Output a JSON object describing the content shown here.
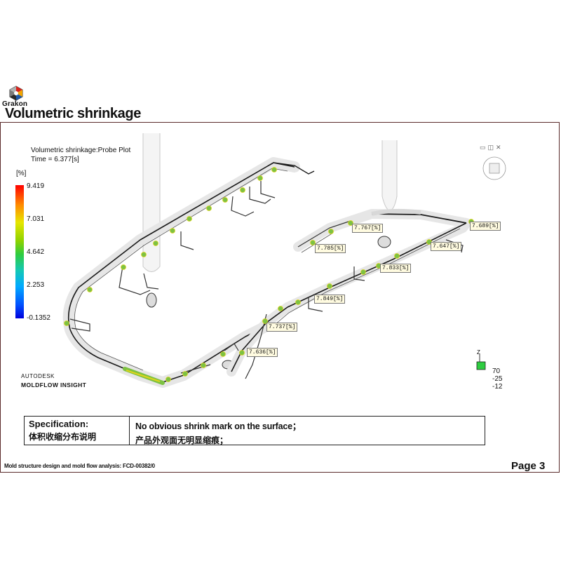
{
  "header": {
    "brand": "Grakon",
    "title": "Volumetric shrinkage",
    "logo_icon": "grakon-logo-icon"
  },
  "plot": {
    "line1": "Volumetric shrinkage:Probe Plot",
    "line2": "Time = 6.377[s]",
    "unit": "[%]",
    "scale_ticks": [
      "9.419",
      "7.031",
      "4.642",
      "2.253",
      "-0.1352"
    ],
    "software_vendor": "AUTODESK",
    "software_name": "MOLDFLOW INSIGHT",
    "view_controls": [
      "restore-icon",
      "maximize-icon",
      "close-icon"
    ],
    "axis_label": "Z",
    "rotation": [
      "70",
      "-25",
      "-12"
    ],
    "probe_values": [
      "7.767[%]",
      "7.689[%]",
      "7.785[%]",
      "7.647[%]",
      "7.833[%]",
      "7.849[%]",
      "7.737[%]",
      "7.636[%]"
    ],
    "colors": {
      "accent": "#6b2c2c",
      "probe_marker": "#7dc242",
      "part_outline": "#1a1a1a"
    }
  },
  "spec": {
    "label_en": "Specification:",
    "label_cn": "体积收缩分布说明",
    "value_en": "No obvious  shrink mark on the surface；",
    "value_cn": "产品外观面无明显缩痕；"
  },
  "footer": {
    "text": "Mold structure design and mold flow analysis: FCD-00382/0",
    "page": "Page  3"
  }
}
